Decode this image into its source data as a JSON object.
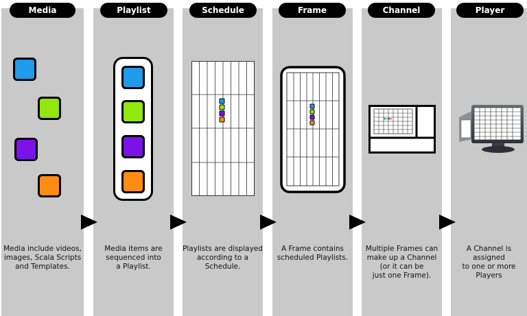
{
  "stages": [
    {
      "title": "Media",
      "caption": [
        "Media include videos,",
        "images, Scala Scripts",
        "and Templates."
      ]
    },
    {
      "title": "Playlist",
      "caption": [
        "Media items are",
        "sequenced into",
        "a Playlist."
      ]
    },
    {
      "title": "Schedule",
      "caption": [
        "Playlists are displayed",
        "according to a",
        "Schedule."
      ]
    },
    {
      "title": "Frame",
      "caption": [
        "A Frame contains",
        "scheduled Playlists."
      ]
    },
    {
      "title": "Channel",
      "caption": [
        "Multiple Frames can",
        "make up a Channel",
        "(or it can be",
        "just one Frame)."
      ]
    },
    {
      "title": "Player",
      "caption": [
        "A Channel is assigned",
        "to one or more Players"
      ]
    }
  ],
  "colors": {
    "background": "#ffffff",
    "column": "#c9c9c9",
    "blue": "#1e9be9",
    "green": "#93e60e",
    "purple": "#7b13e8",
    "orange": "#ff8c12"
  },
  "icons": [
    "media-squares",
    "playlist-stack",
    "schedule-grid",
    "frame-grid",
    "channel-screen",
    "player-monitor"
  ]
}
